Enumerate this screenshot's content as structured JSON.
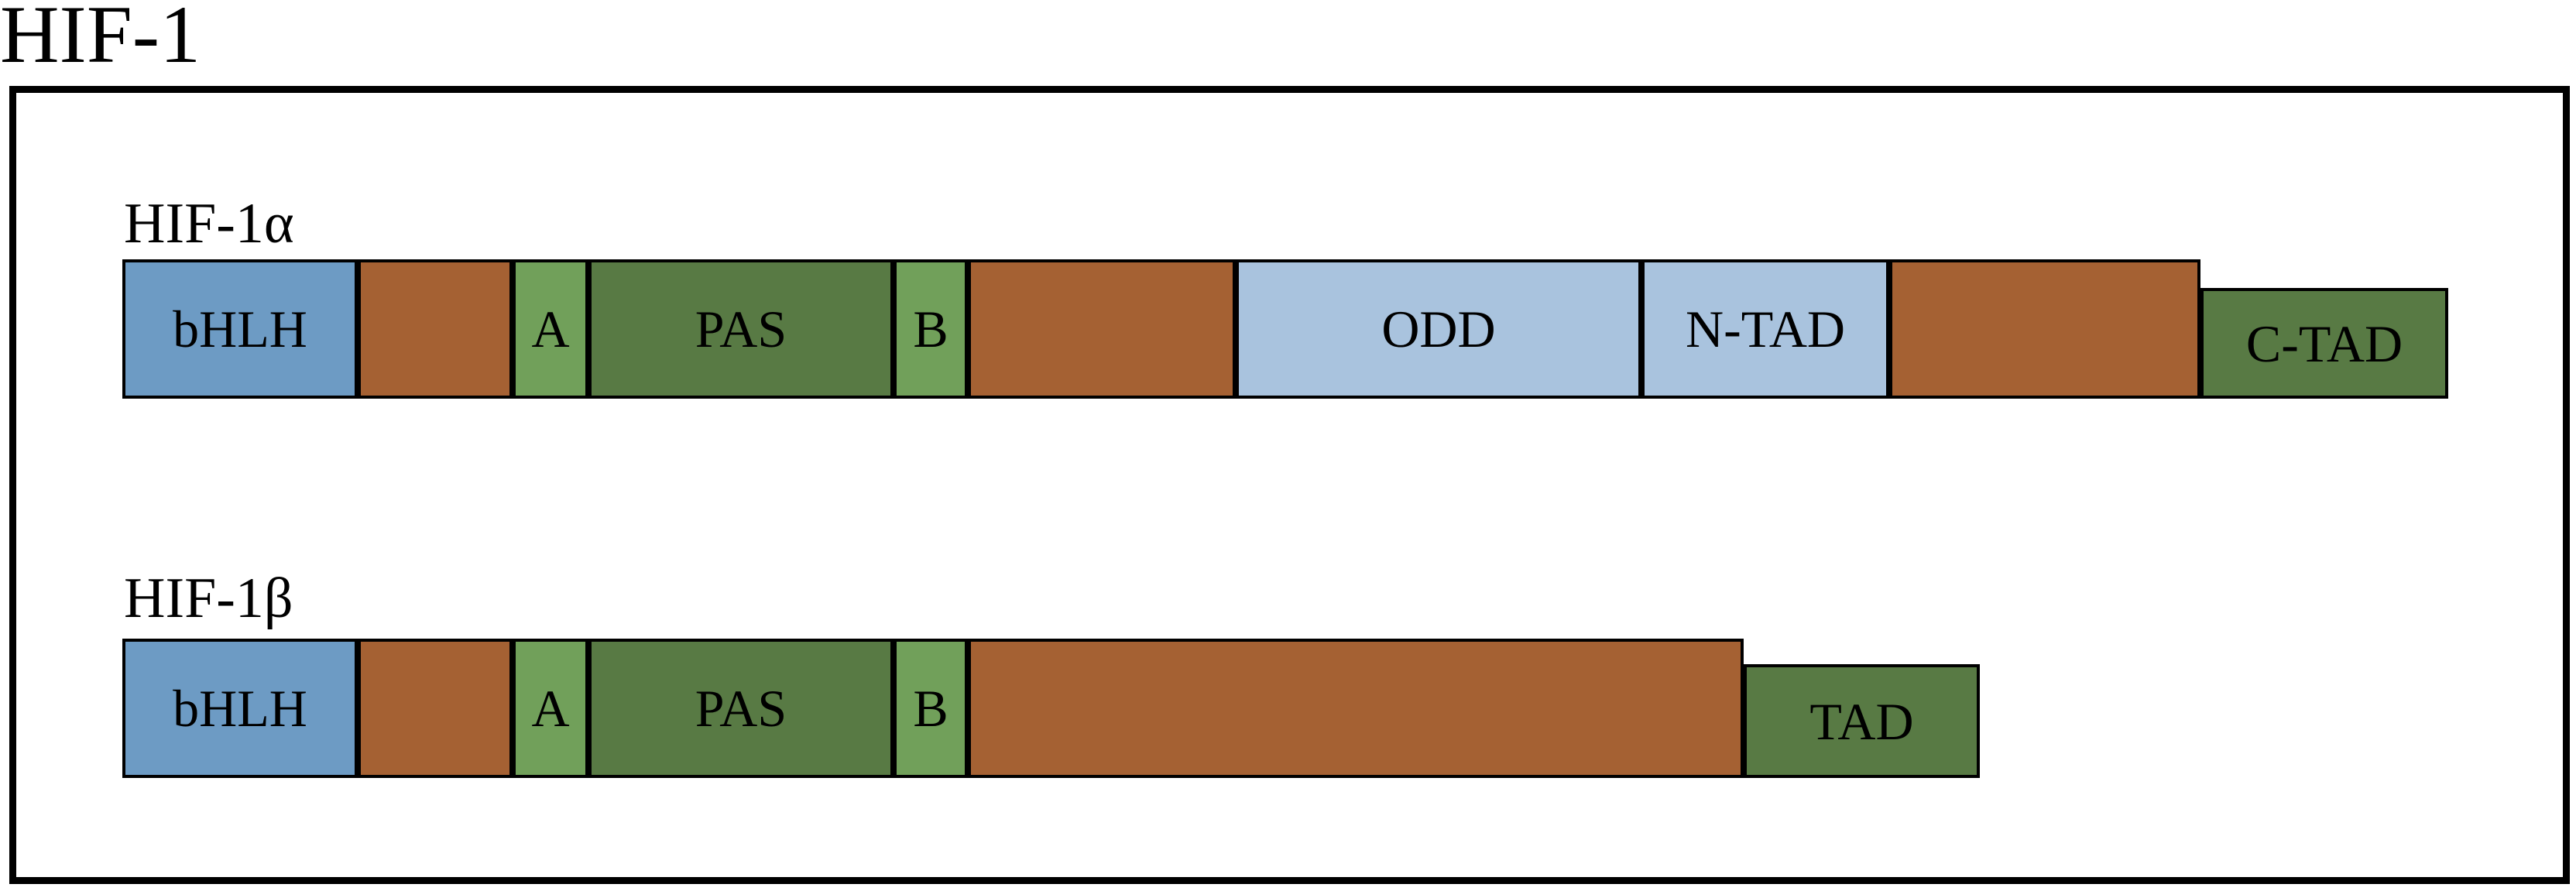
{
  "title": "HIF-1",
  "colors": {
    "bhlh": "#6d9bc4",
    "linker": "#a56133",
    "pas_sub": "#71a05a",
    "pas": "#587a44",
    "odd": "#a9c3de",
    "tad": "#587a44"
  },
  "proteins": [
    {
      "name": "HIF-1α",
      "domains": [
        {
          "label": "bHLH",
          "kind": "bhlh"
        },
        {
          "label": "",
          "kind": "linker"
        },
        {
          "label": "A",
          "kind": "pas_sub"
        },
        {
          "label": "PAS",
          "kind": "pas"
        },
        {
          "label": "B",
          "kind": "pas_sub"
        },
        {
          "label": "",
          "kind": "linker"
        },
        {
          "label": "ODD",
          "kind": "odd"
        },
        {
          "label": "N-TAD",
          "kind": "odd"
        },
        {
          "label": "",
          "kind": "linker"
        },
        {
          "label": "C-TAD",
          "kind": "tad"
        }
      ]
    },
    {
      "name": "HIF-1β",
      "domains": [
        {
          "label": "bHLH",
          "kind": "bhlh"
        },
        {
          "label": "",
          "kind": "linker"
        },
        {
          "label": "A",
          "kind": "pas_sub"
        },
        {
          "label": "PAS",
          "kind": "pas"
        },
        {
          "label": "B",
          "kind": "pas_sub"
        },
        {
          "label": "",
          "kind": "linker"
        },
        {
          "label": "TAD",
          "kind": "tad"
        }
      ]
    }
  ]
}
